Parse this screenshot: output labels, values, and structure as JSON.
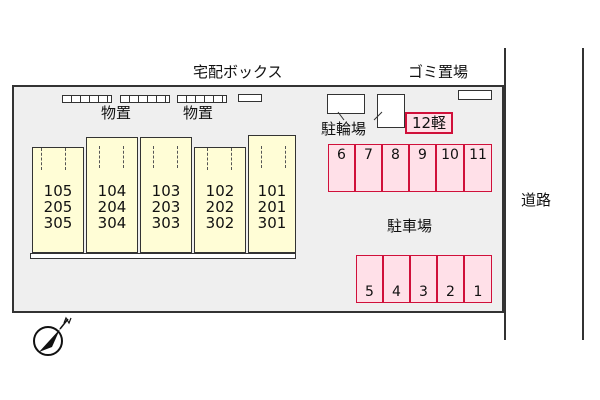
{
  "labels": {
    "delivery_box": "宅配ボックス",
    "garbage": "ゴミ置場",
    "storage_1": "物置",
    "storage_2": "物置",
    "bicycle": "駐輪場",
    "light_car": "12軽",
    "parking": "駐車場",
    "road": "道路"
  },
  "units": [
    {
      "floor1": "105",
      "floor2": "205",
      "floor3": "305"
    },
    {
      "floor1": "104",
      "floor2": "204",
      "floor3": "304"
    },
    {
      "floor1": "103",
      "floor2": "203",
      "floor3": "303"
    },
    {
      "floor1": "102",
      "floor2": "202",
      "floor3": "302"
    },
    {
      "floor1": "101",
      "floor2": "201",
      "floor3": "301"
    }
  ],
  "parking_top": [
    "6",
    "7",
    "8",
    "9",
    "10",
    "11"
  ],
  "parking_bottom": [
    "5",
    "4",
    "3",
    "2",
    "1"
  ],
  "colors": {
    "parking_fill": "#ffe0e8",
    "parking_border": "#d0103a",
    "building_fill": "#fffdd6",
    "ground": "#efefef"
  },
  "compass": "north-arrow-icon"
}
